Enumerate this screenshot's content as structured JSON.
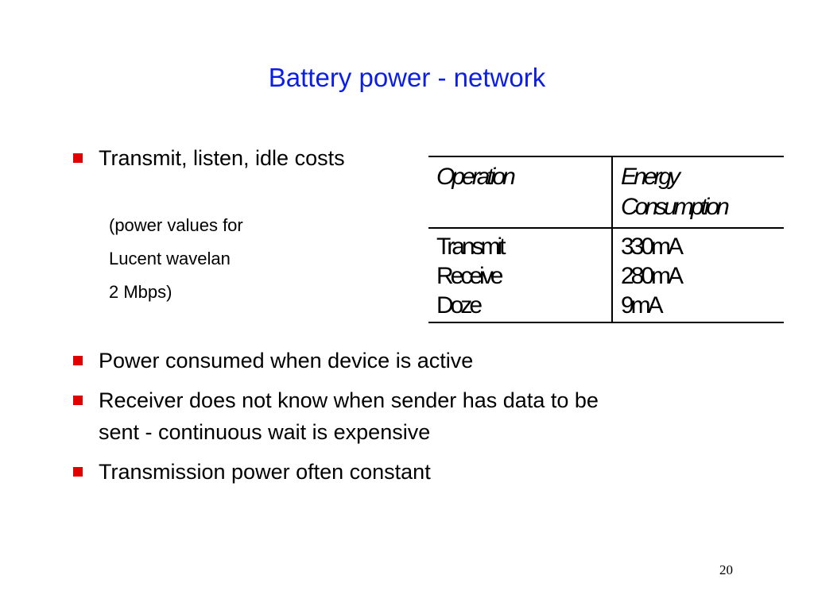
{
  "slide": {
    "title": "Battery power - network",
    "page_number": "20"
  },
  "bullets": [
    {
      "text": "Transmit, listen, idle costs"
    },
    {
      "text": "Power consumed when device is active"
    },
    {
      "text": "Receiver does not know when sender has data to be\nsent - continuous wait is expensive"
    },
    {
      "text": "Transmission power often constant"
    }
  ],
  "note": {
    "lines": [
      "(power values for",
      "Lucent wavelan",
      "2 Mbps)"
    ]
  },
  "table": {
    "headers": [
      "Operation",
      "Energy\nConsumption"
    ],
    "operations": "Transmit\nReceive\nDoze",
    "energies": "330mA\n280mA\n9mA"
  },
  "colors": {
    "title": "#0b1ee8",
    "bullet_marker": "#e00000"
  }
}
